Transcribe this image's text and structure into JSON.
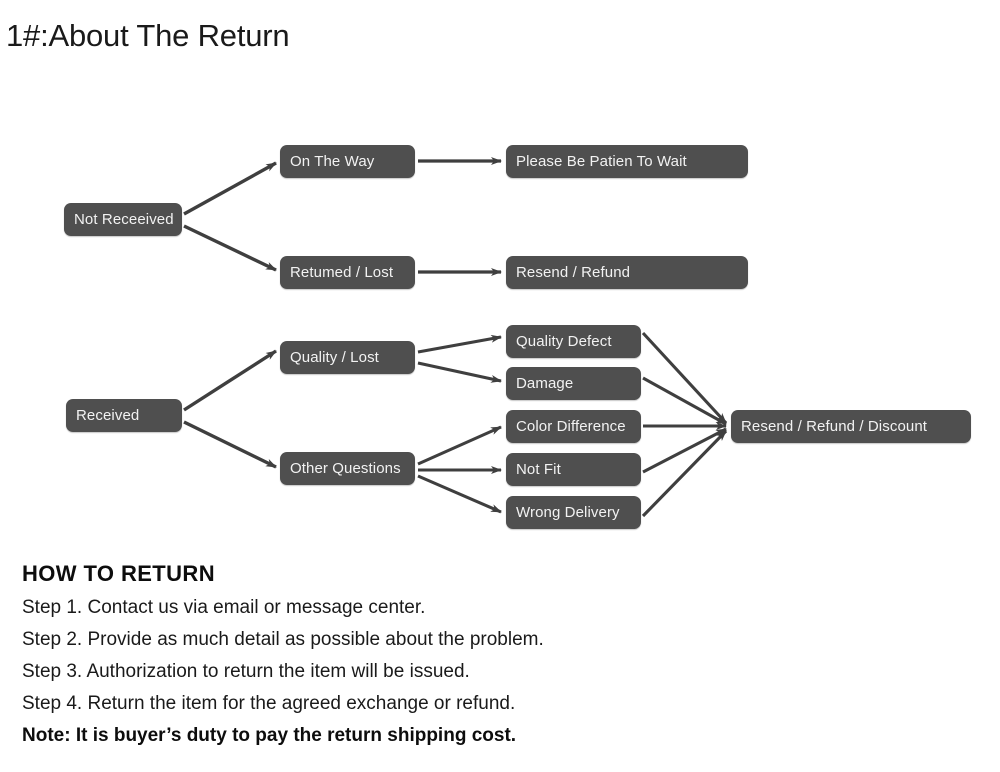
{
  "page": {
    "title": "1#:About The Return",
    "background_color": "#ffffff",
    "node_fill_color": "#4f4f4f",
    "node_text_color": "#f2f2f2",
    "arrow_color": "#3f3f3f"
  },
  "diagram": {
    "type": "flowchart",
    "orientation": "left-to-right",
    "branches": [
      {
        "name": "not-received",
        "root": "Not Receeived",
        "paths": [
          {
            "stage": "On The Way",
            "outcome": "Please Be Patien To Wait"
          },
          {
            "stage": "Retumed / Lost",
            "outcome": "Resend / Refund"
          }
        ]
      },
      {
        "name": "received",
        "root": "Received",
        "paths": [
          {
            "stage": "Quality / Lost",
            "reasons": [
              "Quality Defect",
              "Damage"
            ]
          },
          {
            "stage": "Other Questions",
            "reasons": [
              "Color Difference",
              "Not Fit",
              "Wrong Delivery"
            ]
          }
        ],
        "outcome": "Resend / Refund / Discount"
      }
    ],
    "nodes": {
      "not_received": "Not Receeived",
      "on_the_way": "On The Way",
      "returned_lost": "Retumed / Lost",
      "please_be_patient": "Please Be Patien To Wait",
      "resend_refund": "Resend / Refund",
      "received": "Received",
      "quality_lost": "Quality / Lost",
      "other_questions": "Other Questions",
      "quality_defect": "Quality Defect",
      "damage": "Damage",
      "color_difference": "Color Difference",
      "not_fit": "Not Fit",
      "wrong_delivery": "Wrong Delivery",
      "resend_refund_discount": "Resend / Refund / Discount"
    }
  },
  "howto": {
    "heading": "HOW TO RETURN",
    "steps": [
      "Step 1. Contact us via email or message center.",
      "Step 2. Provide as much detail as possible about the problem.",
      "Step 3. Authorization to return the item will be issued.",
      "Step 4. Return the item for the agreed exchange or refund."
    ],
    "note": "Note: It is buyer’s duty to pay the return shipping cost."
  }
}
